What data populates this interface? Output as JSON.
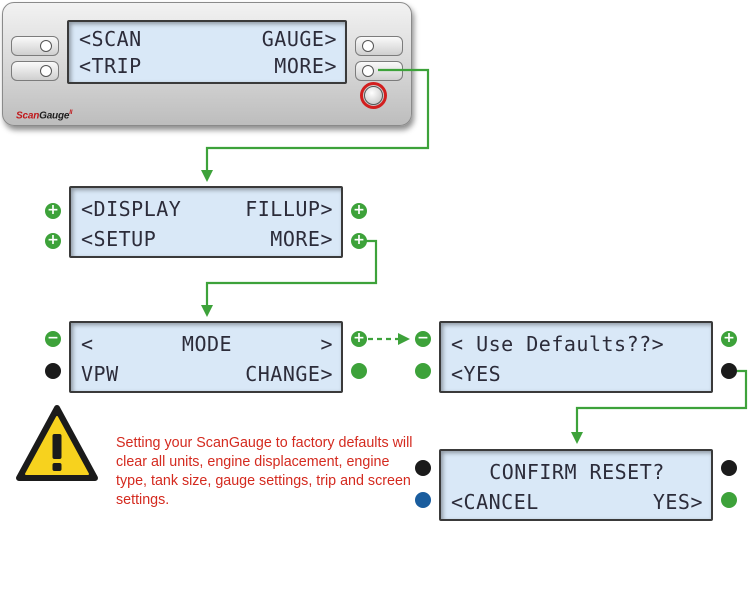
{
  "colors": {
    "lcd_background": "#d9e8f7",
    "arrow_green": "#3da23a",
    "warning_red": "#d42a1f",
    "highlight_ring_red": "#d21e1e"
  },
  "device": {
    "brand_main": "Scan",
    "brand_gauge": "Gauge",
    "brand_suffix": "II",
    "line1_left": "<SCAN",
    "line1_right": "GAUGE>",
    "line2_left": "<TRIP",
    "line2_right": "MORE>"
  },
  "screens": {
    "menu": {
      "line1_left": "<DISPLAY",
      "line1_right": "FILLUP>",
      "line2_left": "<SETUP",
      "line2_right": "MORE>"
    },
    "mode": {
      "line1_left": "<",
      "line1_center": "MODE",
      "line1_right": ">",
      "line2_left": "VPW",
      "line2_right": "CHANGE>"
    },
    "defaults": {
      "line1_left": "< Use Defaults??>",
      "line2_left": "<YES"
    },
    "confirm": {
      "line1_center": "CONFIRM RESET?",
      "line2_left": "<CANCEL",
      "line2_right": "YES>"
    }
  },
  "buttons": {
    "plus_glyph": "+",
    "minus_glyph": "−"
  },
  "warning": {
    "icon": "warning-triangle-icon",
    "text": "Setting your ScanGauge to factory defaults will clear all units, engine displacement, engine type, tank size, gauge settings, trip and screen settings."
  }
}
